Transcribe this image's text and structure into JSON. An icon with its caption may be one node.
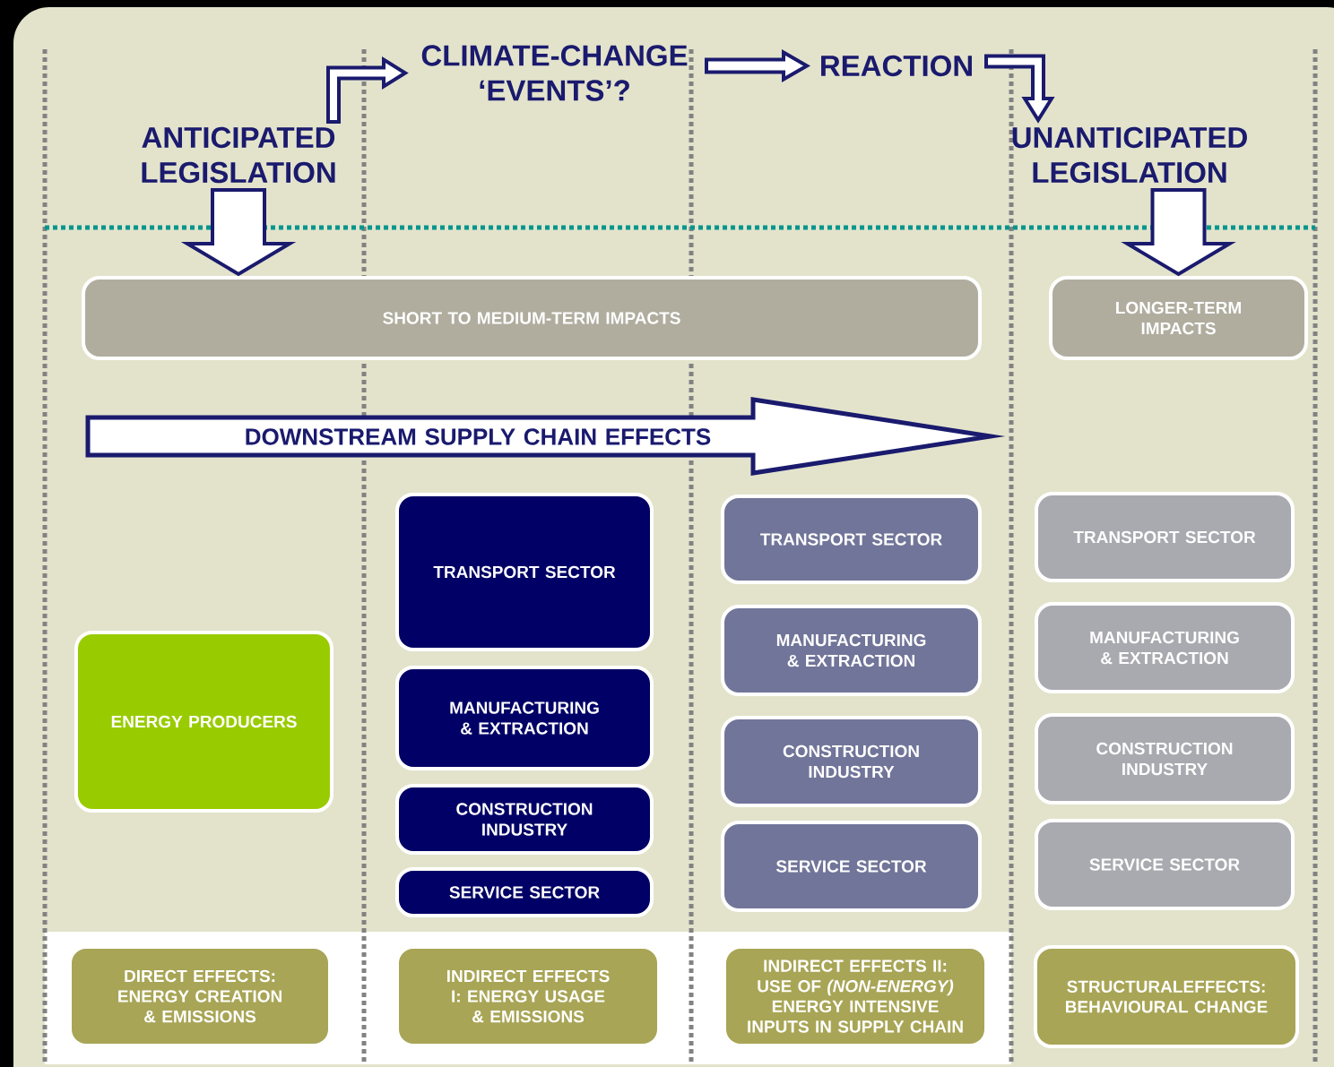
{
  "diagram": {
    "nodes": [
      {
        "text": [
          "CLIMATE-CHANGE ‘EVENTS’?"
        ]
      },
      {
        "text": [
          "REACTION"
        ]
      },
      {
        "text": [
          "ANTICIPATED LEGISLATION"
        ]
      },
      {
        "text": [
          "UNANTICIPATED LEGISLATION"
        ]
      },
      {
        "text": [
          "SHORT TO MEDIUM-TERM IMPACTS"
        ]
      },
      {
        "text": [
          "LONGER-TERM IMPACTS"
        ]
      },
      {
        "text": [
          "DOWNSTREAM SUPPLY CHAIN EFFECTS"
        ]
      },
      {
        "text": [
          "ENERGY PRODUCERS"
        ]
      },
      {
        "text": [
          "TRANSPORT SECTOR"
        ]
      },
      {
        "text": [
          "MANUFACTURING & EXTRACTION"
        ]
      },
      {
        "text": [
          "CONSTRUCTION INDUSTRY"
        ]
      },
      {
        "text": [
          "SERVICE SECTOR"
        ]
      },
      {
        "text": [
          "TRANSPORT SECTOR"
        ]
      },
      {
        "text": [
          "MANUFACTURING & EXTRACTION"
        ]
      },
      {
        "text": [
          "CONSTRUCTION INDUSTRY"
        ]
      },
      {
        "text": [
          "SERVICE SECTOR"
        ]
      },
      {
        "text": [
          "TRANSPORT SECTOR"
        ]
      },
      {
        "text": [
          "MANUFACTURING & EXTRACTION"
        ]
      },
      {
        "text": [
          "CONSTRUCTION INDUSTRY"
        ]
      },
      {
        "text": [
          "SERVICE SECTOR"
        ]
      },
      {
        "text": [
          "DIRECT EFFECTS: ENERGY CREATION & EMISSIONS"
        ]
      },
      {
        "text": [
          "INDIRECT EFFECTS I: ENERGY USAGE & EMISSIONS"
        ]
      },
      {
        "text": [
          "INDIRECT EFFECTS II: USE OF *(NON-ENERGY)* ENERGY INTENSIVE INPUTS IN SUPPLY CHAIN"
        ]
      },
      {
        "text": [
          "STRUCTURALEFFECTS: BEHAVIOURAL CHANGE"
        ]
      }
    ],
    "edges": [
      {
        "from": 2,
        "to": 0,
        "arrow": "to"
      },
      {
        "from": 0,
        "to": 1,
        "arrow": "to"
      },
      {
        "from": 1,
        "to": 3,
        "arrow": "to"
      },
      {
        "from": 2,
        "to": 4,
        "arrow": "to"
      },
      {
        "from": 3,
        "to": 5,
        "arrow": "to"
      }
    ]
  }
}
